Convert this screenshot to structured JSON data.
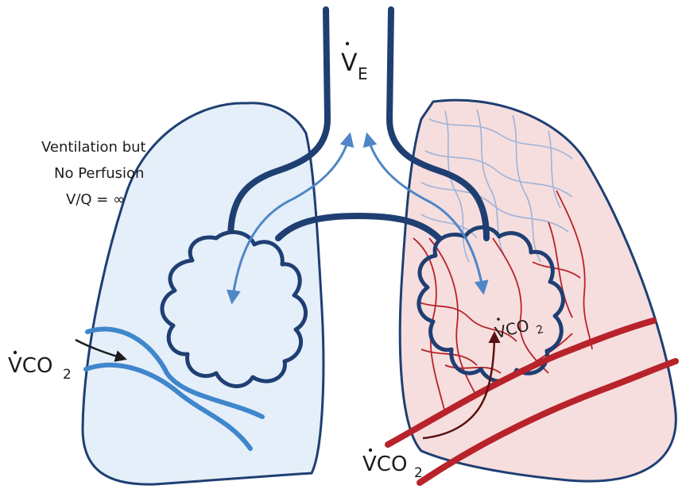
{
  "labels": {
    "ve_main": "V",
    "ve_sub": "E",
    "dead_space_line1": "Ventilation but",
    "dead_space_line2": "No Perfusion",
    "dead_space_line3": "V/Q = ∞",
    "vco2_left_main": "VCO",
    "vco2_left_sub": "2",
    "vco2_bottom_main": "VCO",
    "vco2_bottom_sub": "2",
    "vco2_alveolus_main": "VCO",
    "vco2_alveolus_sub": "2"
  },
  "colors": {
    "airway": "#1f3f73",
    "left_lung_fill": "#e5eff9",
    "right_lung_fill": "#f6dede",
    "ventilation_arrow": "#4f86c6",
    "pulmonary_vessel_blue": "#3f86cc",
    "capillary_red": "#b8222a",
    "capillary_pale": "#9fb3d8",
    "co2_arrow": "#5a1010",
    "text": "#1c1c1c"
  }
}
